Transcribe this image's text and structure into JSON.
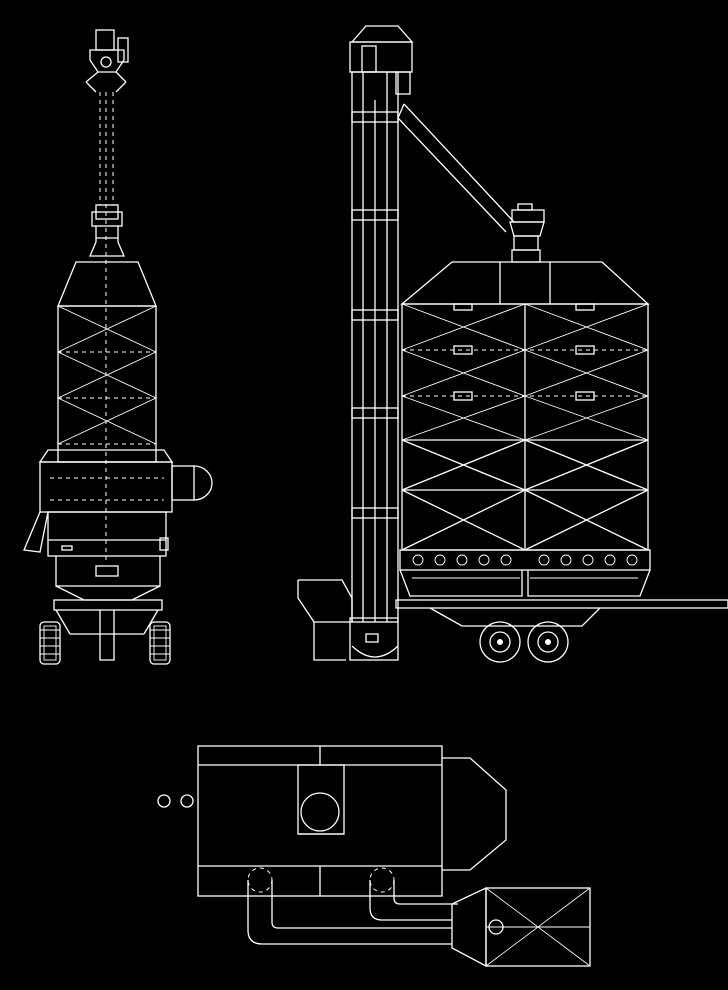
{
  "drawing": {
    "background": "#000000",
    "line_color": "#ffffff",
    "views": [
      {
        "id": "front-view",
        "kind": "front elevation"
      },
      {
        "id": "side-view",
        "kind": "side elevation"
      },
      {
        "id": "top-view",
        "kind": "plan"
      }
    ]
  }
}
